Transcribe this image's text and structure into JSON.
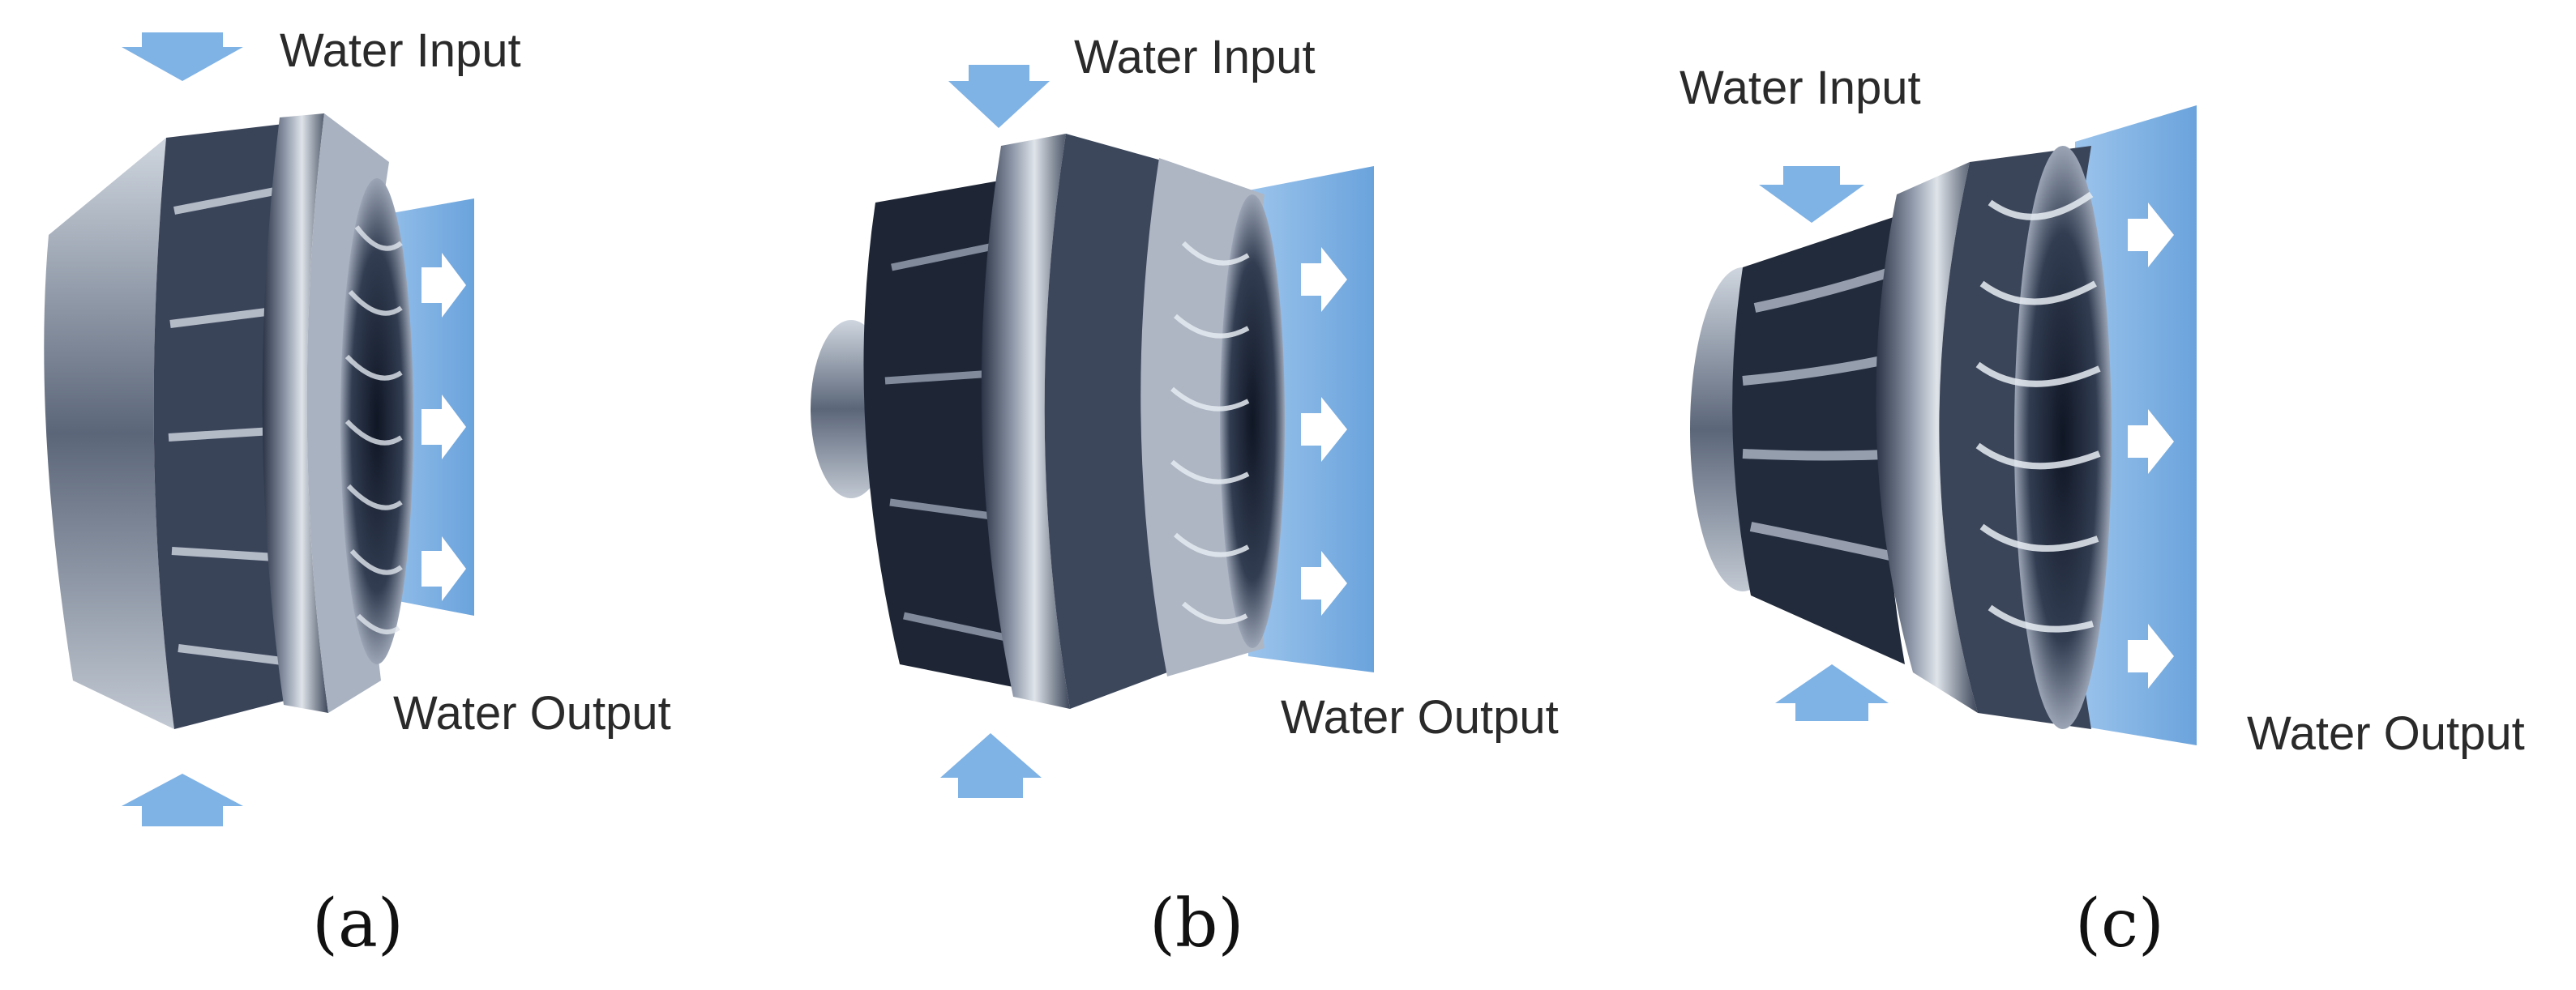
{
  "panels": [
    {
      "caption": "(a)",
      "input_label": "Water Input",
      "output_label": "Water Output"
    },
    {
      "caption": "(b)",
      "input_label": "Water Input",
      "output_label": "Water Output"
    },
    {
      "caption": "(c)",
      "input_label": "Water Input",
      "output_label": "Water Output"
    }
  ],
  "colors": {
    "flow": "#7fb2e5",
    "flow_dark": "#5f97d1",
    "arrow": "#ffffff",
    "metal_dark": "#1f2a3d",
    "metal_mid": "#6f7a8c",
    "metal_light": "#d5dbe4"
  },
  "icons": {
    "input_arrow": "arrow-down-icon",
    "input_arrow_lower": "arrow-up-icon",
    "output_arrow": "arrow-right-icon"
  }
}
